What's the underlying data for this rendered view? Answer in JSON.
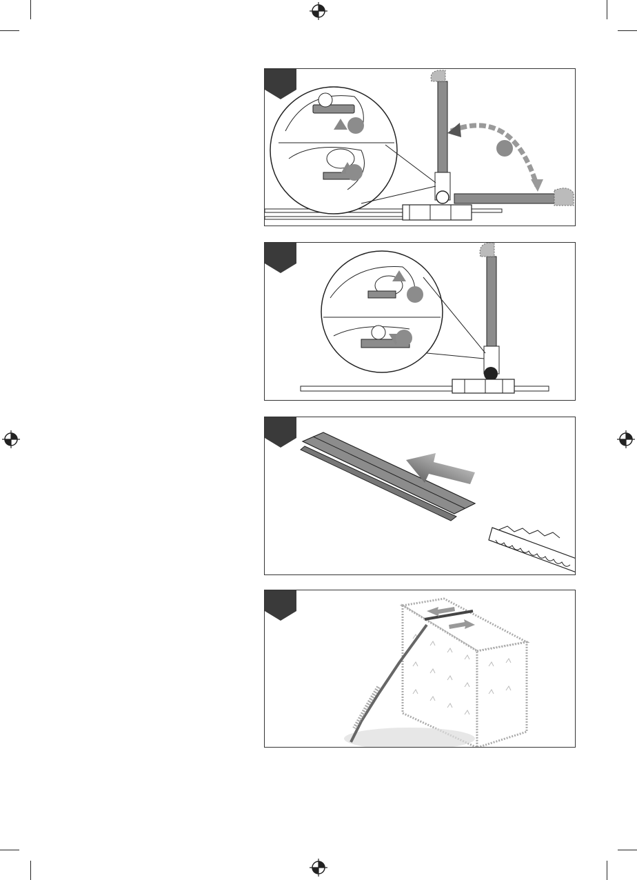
{
  "page": {
    "description_free": true,
    "colors": {
      "ink": "#222222",
      "tab": "#3a3a3a",
      "pole": "#8c8c8c",
      "arrow": "#9a9a9a",
      "hedge": "#b5b5b5"
    }
  },
  "registration_marks": [
    "registration-mark-top",
    "registration-mark-left",
    "registration-mark-right",
    "registration-mark-bottom"
  ],
  "panels": [
    {
      "id": "step-1",
      "icon": "pole-fold-icon"
    },
    {
      "id": "step-2",
      "icon": "pole-lock-icon"
    },
    {
      "id": "step-3",
      "icon": "blade-cover-icon"
    },
    {
      "id": "step-4",
      "icon": "hedge-trimming-icon"
    }
  ]
}
